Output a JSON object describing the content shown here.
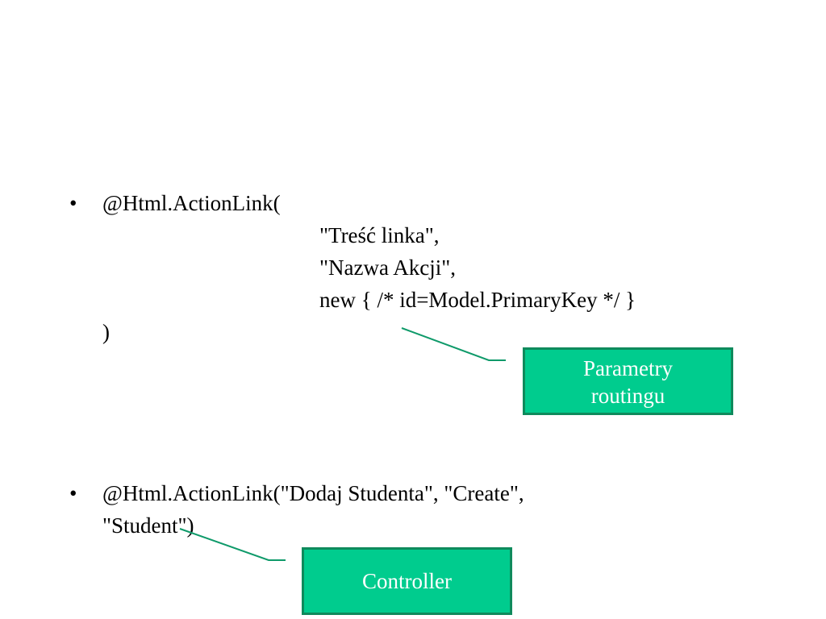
{
  "bullet_symbol": "•",
  "item1": {
    "line1": "@Html.ActionLink(",
    "line2": "\"Treść linka\",",
    "line3": "\"Nazwa Akcji\",",
    "line4": "new { /* id=Model.PrimaryKey */ }",
    "line5": ")"
  },
  "item2": {
    "line1": "@Html.ActionLink(\"Dodaj Studenta\", \"Create\",",
    "line2": "\"Student\")"
  },
  "callout_routing": {
    "line1": "Parametry",
    "line2": "routingu"
  },
  "callout_controller": {
    "label": "Controller"
  },
  "colors": {
    "callout_fill": "#00cc8e",
    "callout_border": "#0f8a5c",
    "connector": "#0f9a6a"
  }
}
